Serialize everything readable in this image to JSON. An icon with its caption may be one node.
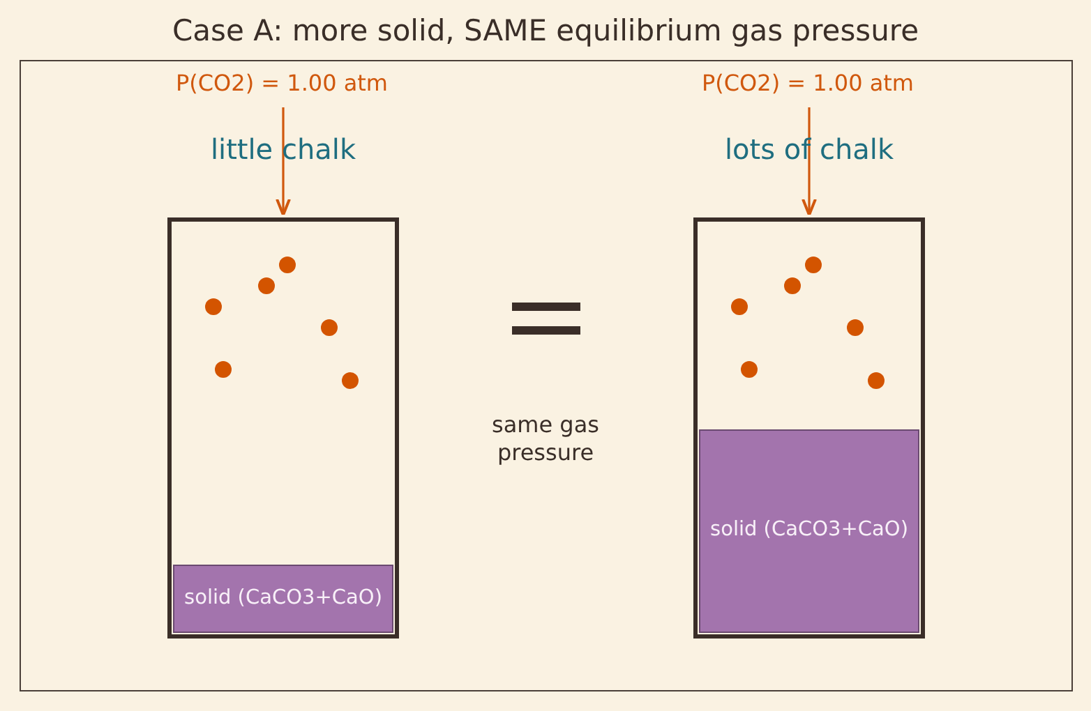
{
  "diagram": {
    "title": "Case A: more solid, SAME equilibrium gas pressure",
    "nodes": [
      {
        "text": [
          "P(CO2) = 1.00 atm"
        ]
      },
      {
        "text": [
          "little chalk"
        ]
      },
      {
        "text": [
          "solid (CaCO3+CaO)"
        ],
        "in": 1
      },
      {
        "text": [
          "P(CO2) = 1.00 atm"
        ]
      },
      {
        "text": [
          "lots of chalk"
        ]
      },
      {
        "text": [
          "solid (CaCO3+CaO)"
        ],
        "in": 4
      }
    ],
    "edges": [
      {
        "from": 0,
        "to": 1,
        "arrow": "to"
      },
      {
        "from": 3,
        "to": 4,
        "arrow": "to"
      }
    ],
    "labels": [
      "same gas pressure"
    ]
  }
}
